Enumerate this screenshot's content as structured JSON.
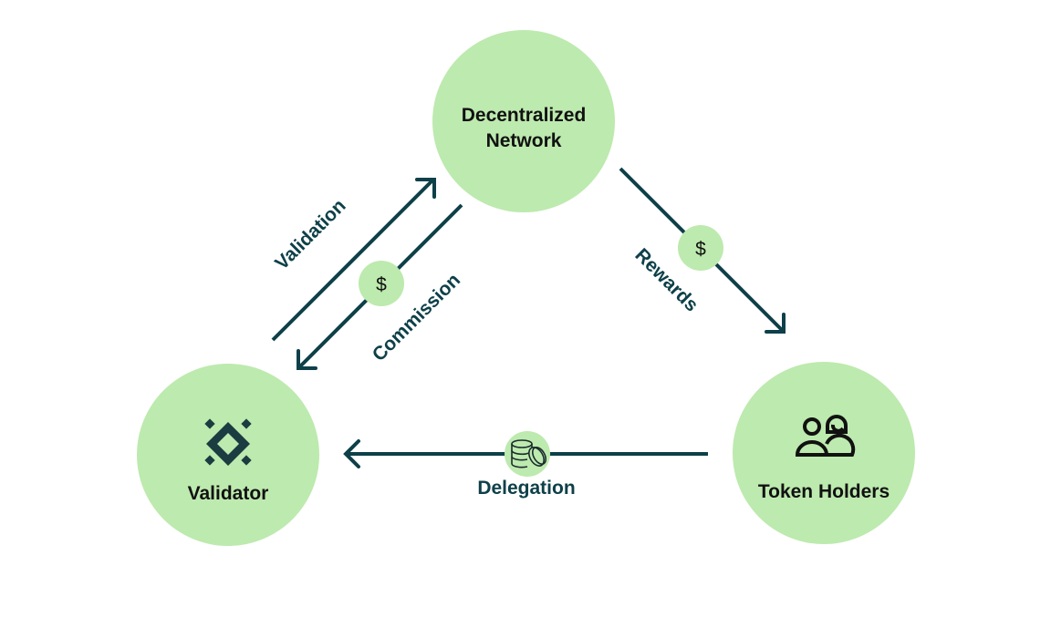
{
  "colors": {
    "node_fill": "#bdeaae",
    "arrow": "#0e4049",
    "label_dark": "#111111",
    "edge_label": "#0e4049",
    "icon_dark": "#1b3c40"
  },
  "nodes": {
    "network": {
      "line1": "Decentralized",
      "line2": "Network"
    },
    "validator": {
      "label": "Validator",
      "icon": "validator-diamond-icon"
    },
    "holders": {
      "label": "Token Holders",
      "icon": "users-icon"
    }
  },
  "edges": {
    "validation": {
      "label": "Validation",
      "from": "Validator",
      "to": "Decentralized Network"
    },
    "commission": {
      "label": "Commission",
      "from": "Decentralized Network",
      "to": "Validator",
      "badge": "$",
      "badge_icon": "dollar-icon"
    },
    "rewards": {
      "label": "Rewards",
      "from": "Decentralized Network",
      "to": "Token Holders",
      "badge": "$",
      "badge_icon": "dollar-icon"
    },
    "delegation": {
      "label": "Delegation",
      "from": "Token Holders",
      "to": "Validator",
      "badge_icon": "coins-icon"
    }
  }
}
